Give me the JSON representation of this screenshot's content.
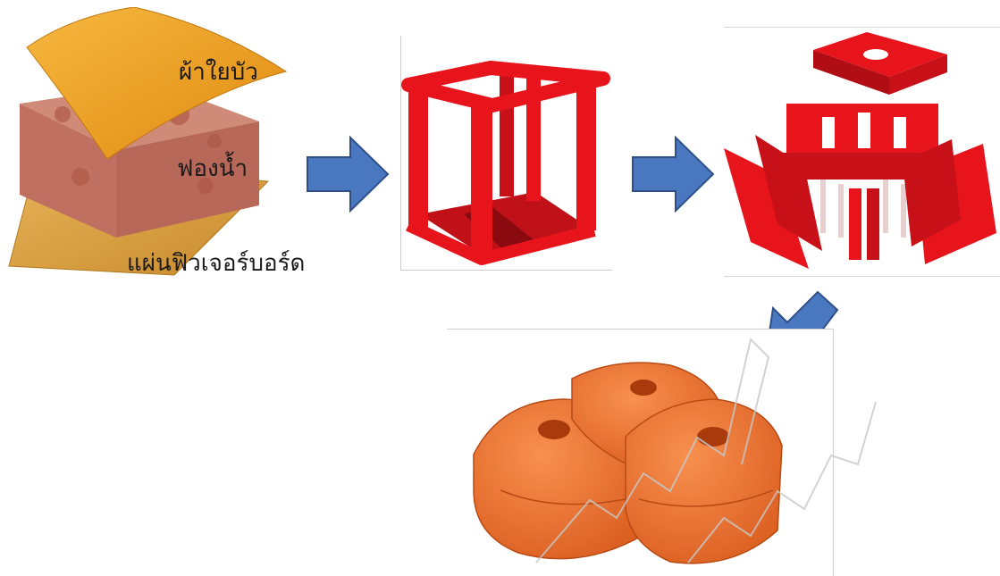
{
  "step1": {
    "labels": {
      "top_layer": "ผ้าใยบัว",
      "middle_layer": "ฟองน้ำ",
      "bottom_layer": "แผ่นฟิวเจอร์บอร์ด"
    }
  },
  "colors": {
    "fabric_orange": "#f0a020",
    "foam_pink": "#c98472",
    "board_brown": "#d9a042",
    "frame_red": "#e8141c",
    "arrow_blue": "#4a78c0",
    "finished_orange": "#f07030"
  }
}
